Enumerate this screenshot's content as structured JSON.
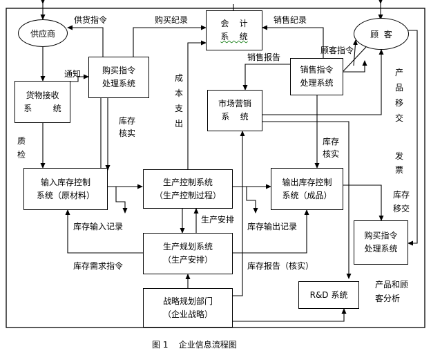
{
  "nodes": {
    "supplier": "供应商",
    "customer": "顾  客",
    "accounting": [
      "会    计",
      "系    统"
    ],
    "purchase_top": [
      "购买指令",
      "处理系统"
    ],
    "goods_receipt": [
      "货物接收",
      "系        统"
    ],
    "sales_order": [
      "销售指令",
      "处理系统"
    ],
    "marketing": [
      "市场营销",
      "系    统"
    ],
    "input_inventory": [
      "输入库存控制",
      "系统（原材料）"
    ],
    "production_control": [
      "生产控制系统",
      "（生产控制过程）"
    ],
    "output_inventory": [
      "输出库存控制",
      "系统（成品）"
    ],
    "purchase_bottom": [
      "购买指令",
      "处理系统"
    ],
    "production_planning": [
      "生产规划系统",
      "（生产安排）"
    ],
    "rd": "R&D 系统",
    "strategy": [
      "战略规划部门",
      "（企业战略）"
    ]
  },
  "labels": {
    "supply_order": "供货指令",
    "purchase_record": "购买纪录",
    "sales_record": "销售纪录",
    "customer_order": "顾客指令",
    "sales_report": "销售报告",
    "notify": "通知",
    "inventory_check_1": [
      "库存",
      "核实"
    ],
    "inventory_check_2": [
      "库存",
      "核实"
    ],
    "quality_check": "质检",
    "cost_expense": "成本支出",
    "product_transfer": "产品移交",
    "invoice": "发票",
    "inventory_transfer": "库存移交",
    "production_schedule": "生产安排",
    "inventory_input_record": "库存输入记录",
    "inventory_output_record": "库存输出记录",
    "inventory_demand": "库存需求指令",
    "inventory_report": "库存报告（核实）",
    "product_customer_analysis": [
      "产品和顾",
      "客分析"
    ]
  },
  "caption": "图 1    企业信息流程图"
}
